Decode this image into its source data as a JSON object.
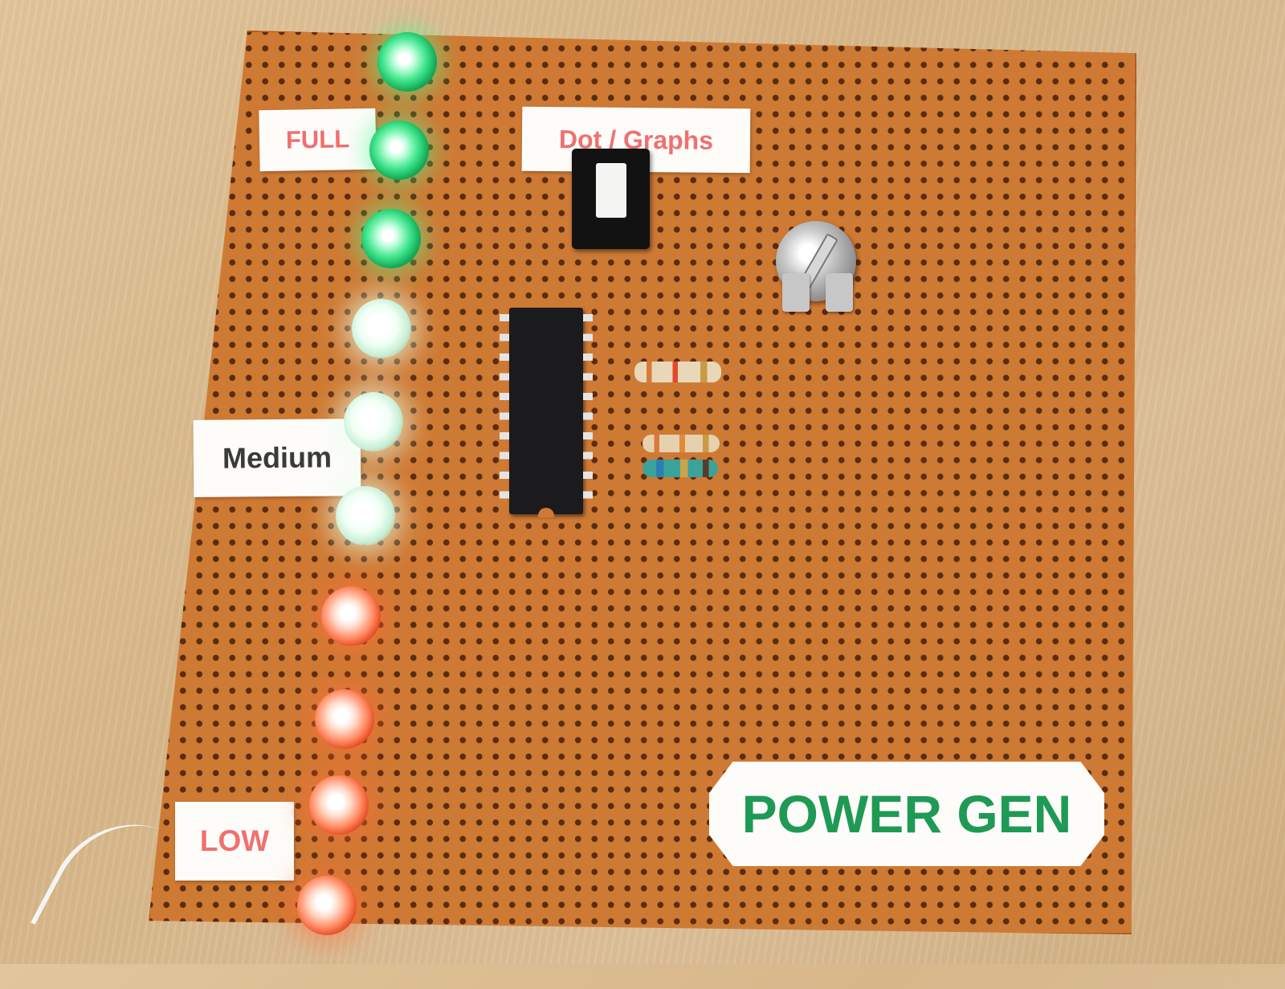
{
  "labels": {
    "full": "FULL",
    "dot_graphs": "Dot / Graphs",
    "medium": "Medium",
    "low": "LOW",
    "power_gen": "POWER GEN"
  },
  "colors": {
    "board": "#cf7a34",
    "label_red_text": "#f07070",
    "medium_text": "#3a3a3a",
    "power_gen_text": "#1f9a55",
    "led_green": "#3ee38a",
    "led_white": "#eafff2",
    "led_red": "#ff6a3c"
  },
  "components": {
    "leds": [
      "green",
      "green",
      "green",
      "white",
      "white",
      "white",
      "red",
      "red",
      "red",
      "red"
    ],
    "icons": [
      "ic-chip-icon",
      "push-switch-icon",
      "potentiometer-icon",
      "resistor-icon"
    ]
  }
}
